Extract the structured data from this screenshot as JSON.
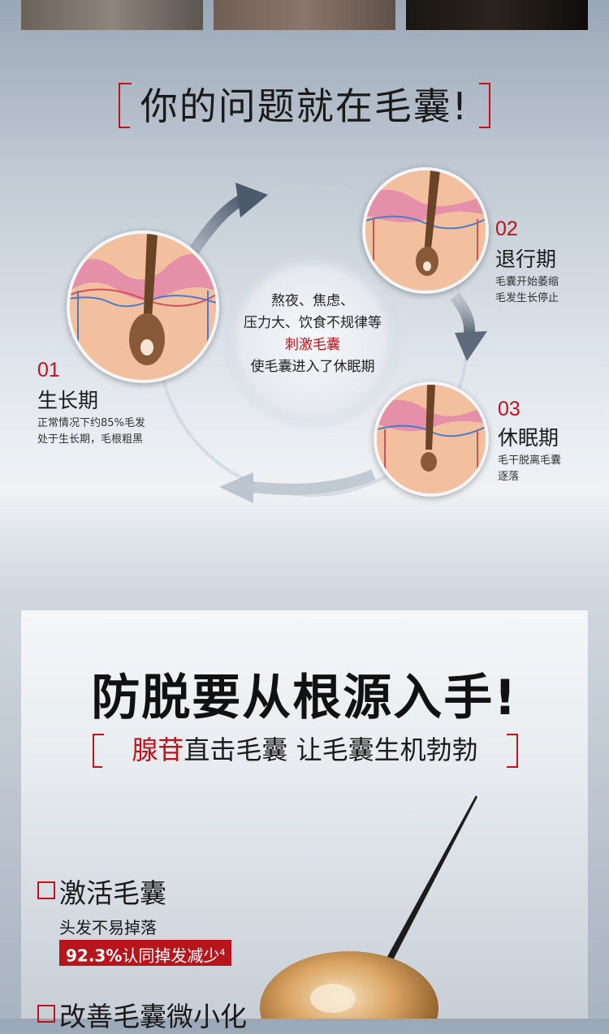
{
  "section1": {
    "title": "你的问题就在毛囊!",
    "center": {
      "line1": "熬夜、焦虑、",
      "line2": "压力大、饮食不规律等",
      "line3": "刺激毛囊",
      "line4": "使毛囊进入了休眠期"
    },
    "stages": [
      {
        "num": "01",
        "name": "生长期",
        "desc1": "正常情况下约85%毛发",
        "desc2": "处于生长期，毛根粗黑"
      },
      {
        "num": "02",
        "name": "退行期",
        "desc1": "毛囊开始萎缩",
        "desc2": "毛发生长停止"
      },
      {
        "num": "03",
        "name": "休眠期",
        "desc1": "毛干脱离毛囊",
        "desc2": "逐落"
      }
    ]
  },
  "section2": {
    "title": "防脱要从根源入手!",
    "subtitle_red": "腺苷",
    "subtitle_rest": "直击毛囊 让毛囊生机勃勃",
    "features": [
      {
        "title": "激活毛囊",
        "sub": "头发不易掉落",
        "badge_value": "92.3%",
        "badge_text": "认同掉发减少",
        "badge_note": "4"
      },
      {
        "title": "改善毛囊微小化"
      }
    ]
  },
  "colors": {
    "accent": "#c0121b",
    "title": "#1a1a1a"
  }
}
